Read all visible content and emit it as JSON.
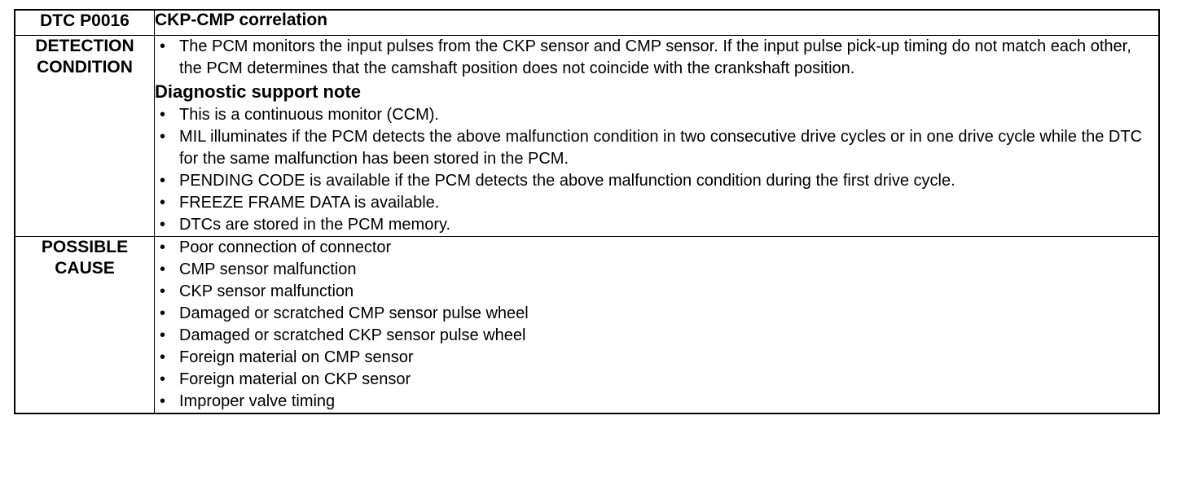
{
  "header": {
    "code": "DTC P0016",
    "title": "CKP-CMP correlation"
  },
  "detection": {
    "label_line1": "DETECTION",
    "label_line2": "CONDITION",
    "intro": [
      "The PCM monitors the input pulses from the CKP sensor and CMP sensor. If the input pulse pick-up timing do not match each other, the PCM determines that the camshaft position does not coincide with the crankshaft position."
    ],
    "note_heading": "Diagnostic support note",
    "notes": [
      "This is a continuous monitor (CCM).",
      "MIL illuminates if the PCM detects the above malfunction condition in two consecutive drive cycles or in one drive cycle while the DTC for the same malfunction has been stored in the PCM.",
      "PENDING CODE is available if the PCM detects the above malfunction condition during the first drive cycle.",
      "FREEZE FRAME DATA is available.",
      "DTCs are stored in the PCM memory."
    ]
  },
  "cause": {
    "label_line1": "POSSIBLE",
    "label_line2": "CAUSE",
    "items": [
      "Poor connection of connector",
      "CMP sensor malfunction",
      "CKP sensor malfunction",
      "Damaged or scratched CMP sensor pulse wheel",
      "Damaged or scratched CKP sensor pulse wheel",
      "Foreign material on CMP sensor",
      "Foreign material on CKP sensor",
      "Improper valve timing"
    ]
  }
}
